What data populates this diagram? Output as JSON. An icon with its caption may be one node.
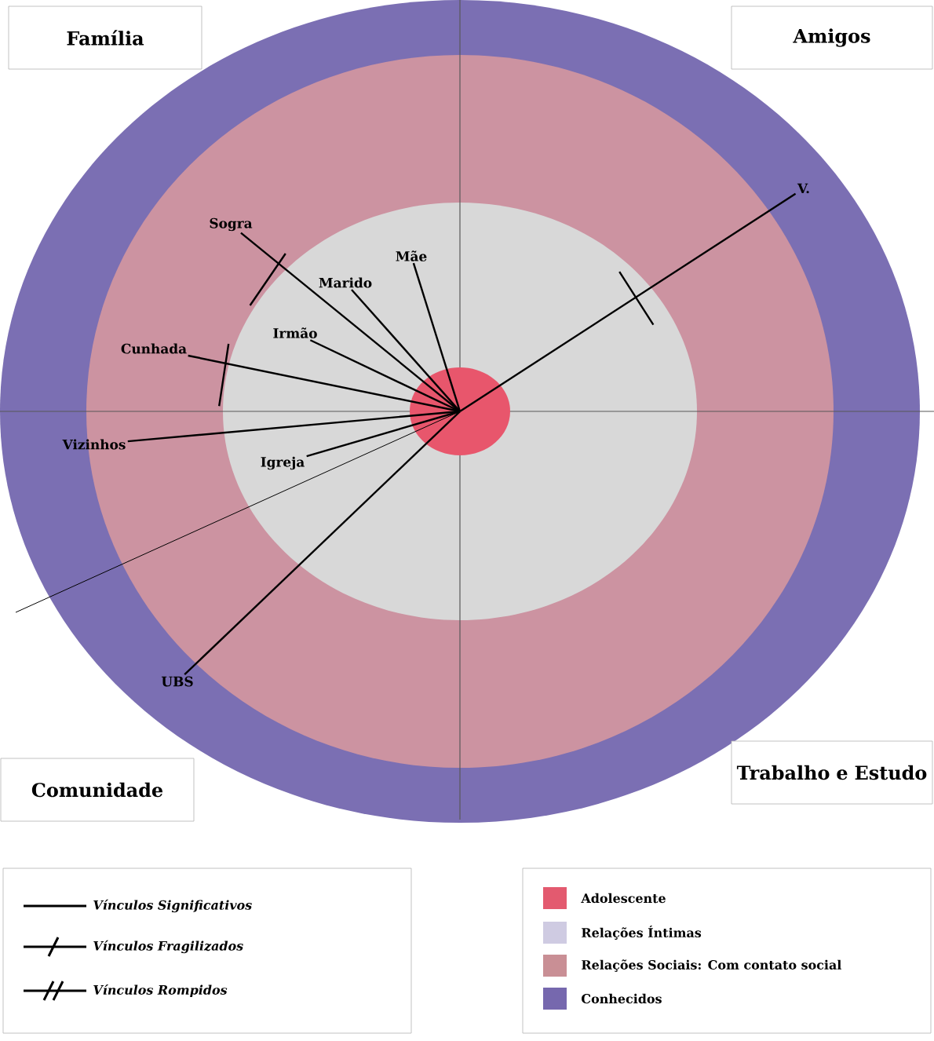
{
  "diagram": {
    "nodes": [
      {
        "text": [
          "Família"
        ]
      },
      {
        "text": [
          "Amigos"
        ]
      },
      {
        "text": [
          "V."
        ]
      },
      {
        "text": [
          "Sogra"
        ]
      },
      {
        "text": [
          "Mãe"
        ]
      },
      {
        "text": [
          "Marido"
        ]
      },
      {
        "text": [
          "Irmão"
        ]
      },
      {
        "text": [
          "Cunhada"
        ]
      },
      {
        "text": [],
        "shape": "circle"
      },
      {
        "text": [
          "Vizinhos"
        ]
      },
      {
        "text": [
          "Igreja"
        ]
      },
      {
        "text": [
          "UBS"
        ]
      },
      {
        "text": [
          "Comunidade"
        ]
      },
      {
        "text": [
          "Trabalho e Estudo"
        ]
      }
    ],
    "edges": [
      {
        "from": 2,
        "to": 8,
        "arrow": "none"
      },
      {
        "from": 3,
        "to": 8,
        "arrow": "none"
      },
      {
        "from": 4,
        "to": 8,
        "arrow": "none"
      },
      {
        "from": 5,
        "to": 8,
        "arrow": "none"
      },
      {
        "from": 6,
        "to": 8,
        "arrow": "none"
      },
      {
        "from": 7,
        "to": 8,
        "arrow": "none"
      },
      {
        "from": 9,
        "to": 8,
        "arrow": "none"
      },
      {
        "from": 10,
        "to": 8,
        "arrow": "none"
      },
      {
        "from": 11,
        "to": 8,
        "arrow": "none"
      },
      {
        "from": null,
        "to": 8,
        "arrow": "none"
      }
    ],
    "legend": [
      {
        "text": "Vínculos Significativos"
      },
      {
        "text": "Vínculos Fragilizados"
      },
      {
        "text": "Vínculos Rompidos"
      },
      {
        "text": "Adolescente",
        "color": "#e35a6f"
      },
      {
        "text": "Relações Íntimas",
        "color": "#cfcbe2"
      },
      {
        "text": "Relações Sociais: Com contato social",
        "color": "#c98f95"
      },
      {
        "text": "Conhecidos",
        "color": "#7668ae"
      }
    ]
  }
}
